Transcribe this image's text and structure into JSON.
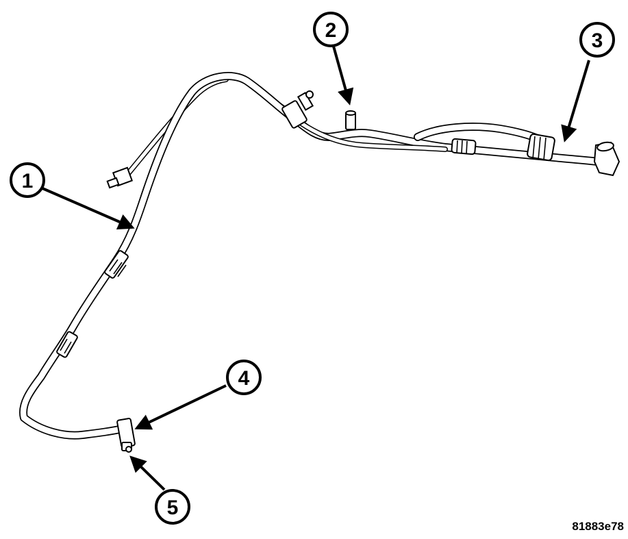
{
  "figure_id": "81883e78",
  "callouts": [
    {
      "label": "1"
    },
    {
      "label": "2"
    },
    {
      "label": "3"
    },
    {
      "label": "4"
    },
    {
      "label": "5"
    }
  ]
}
